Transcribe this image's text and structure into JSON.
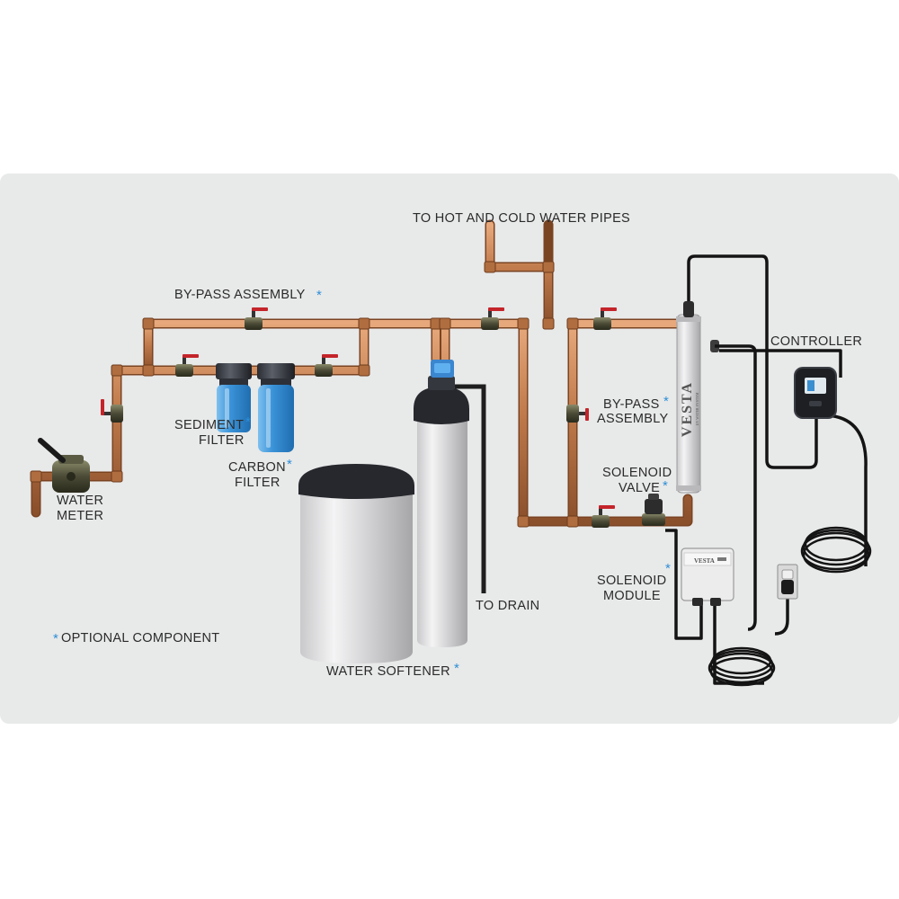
{
  "labels": {
    "hot_cold": "TO HOT AND COLD WATER PIPES",
    "bypass_top": "BY-PASS ASSEMBLY",
    "controller": "CONTROLLER",
    "bypass_right_1": "BY-PASS",
    "bypass_right_2": "ASSEMBLY",
    "sediment_1": "SEDIMENT",
    "sediment_2": "FILTER",
    "carbon_1": "CARBON",
    "carbon_2": "FILTER",
    "water_meter_1": "WATER",
    "water_meter_2": "METER",
    "solenoid_valve_1": "SOLENOID",
    "solenoid_valve_2": "VALVE",
    "solenoid_module_1": "SOLENOID",
    "solenoid_module_2": "MODULE",
    "to_drain": "TO DRAIN",
    "optional": "OPTIONAL COMPONENT",
    "water_softener": "WATER SOFTENER",
    "asterisk": "*"
  },
  "brand": {
    "uv_name": "VESTA",
    "uv_sub": "UV WATER SYSTEM",
    "module_name": "VESTA"
  },
  "colors": {
    "copper": "#c07a4b",
    "copper_dark": "#8a4f2b",
    "filter_blue": "#2f86cf",
    "asterisk_blue": "#2e8fd6",
    "panel": "#e8e9e9",
    "valve_red": "#c4242a"
  }
}
